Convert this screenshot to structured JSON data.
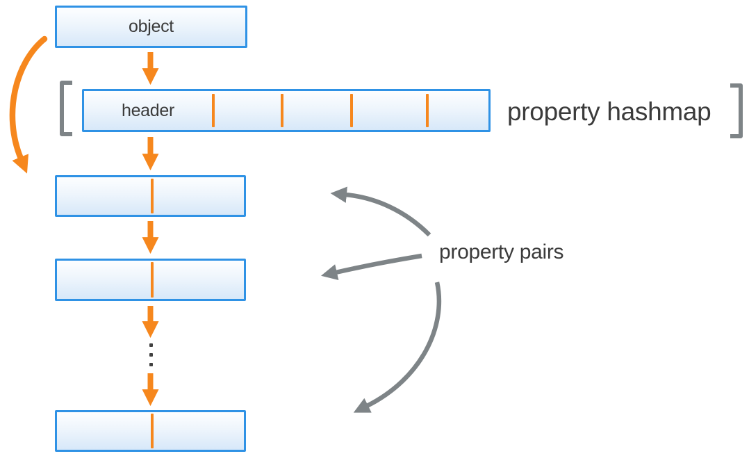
{
  "diagram": {
    "object_box": {
      "label": "object"
    },
    "hashmap": {
      "header_label": "header",
      "annotation": "property hashmap",
      "cell_divider_count": 4
    },
    "property_pairs": {
      "annotation": "property pairs",
      "visible_box_count": 3,
      "ellipsis_between_last_boxes": true
    },
    "colors": {
      "accent_orange": "#F6871D",
      "box_border_blue": "#2F92E5",
      "box_fill_top": "#FDFEFF",
      "box_fill_bottom": "#D7E8F9",
      "annotation_arrow_gray": "#7E8487",
      "text": "#3B3B3B",
      "background": "#FFFFFF"
    }
  }
}
